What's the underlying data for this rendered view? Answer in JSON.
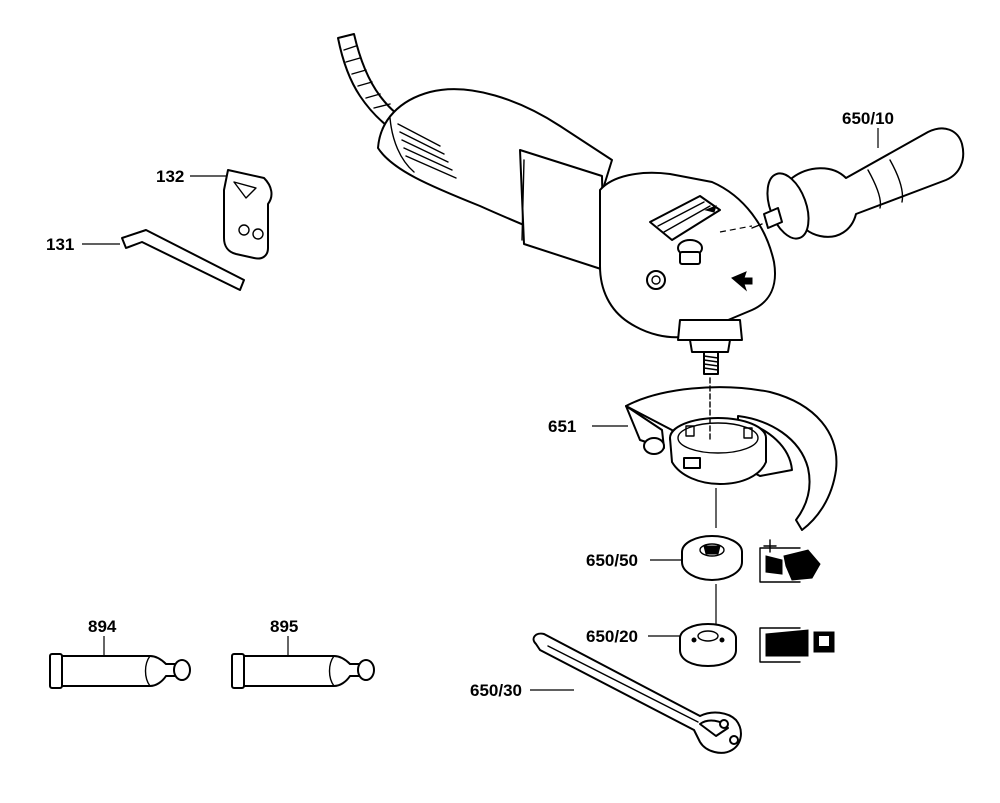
{
  "labels": {
    "handle": "650/10",
    "shim": "132",
    "hex_key": "131",
    "guard": "651",
    "flange": "650/50",
    "lock_nut": "650/20",
    "spanner": "650/30",
    "tube_a": "894",
    "tube_b": "895"
  }
}
